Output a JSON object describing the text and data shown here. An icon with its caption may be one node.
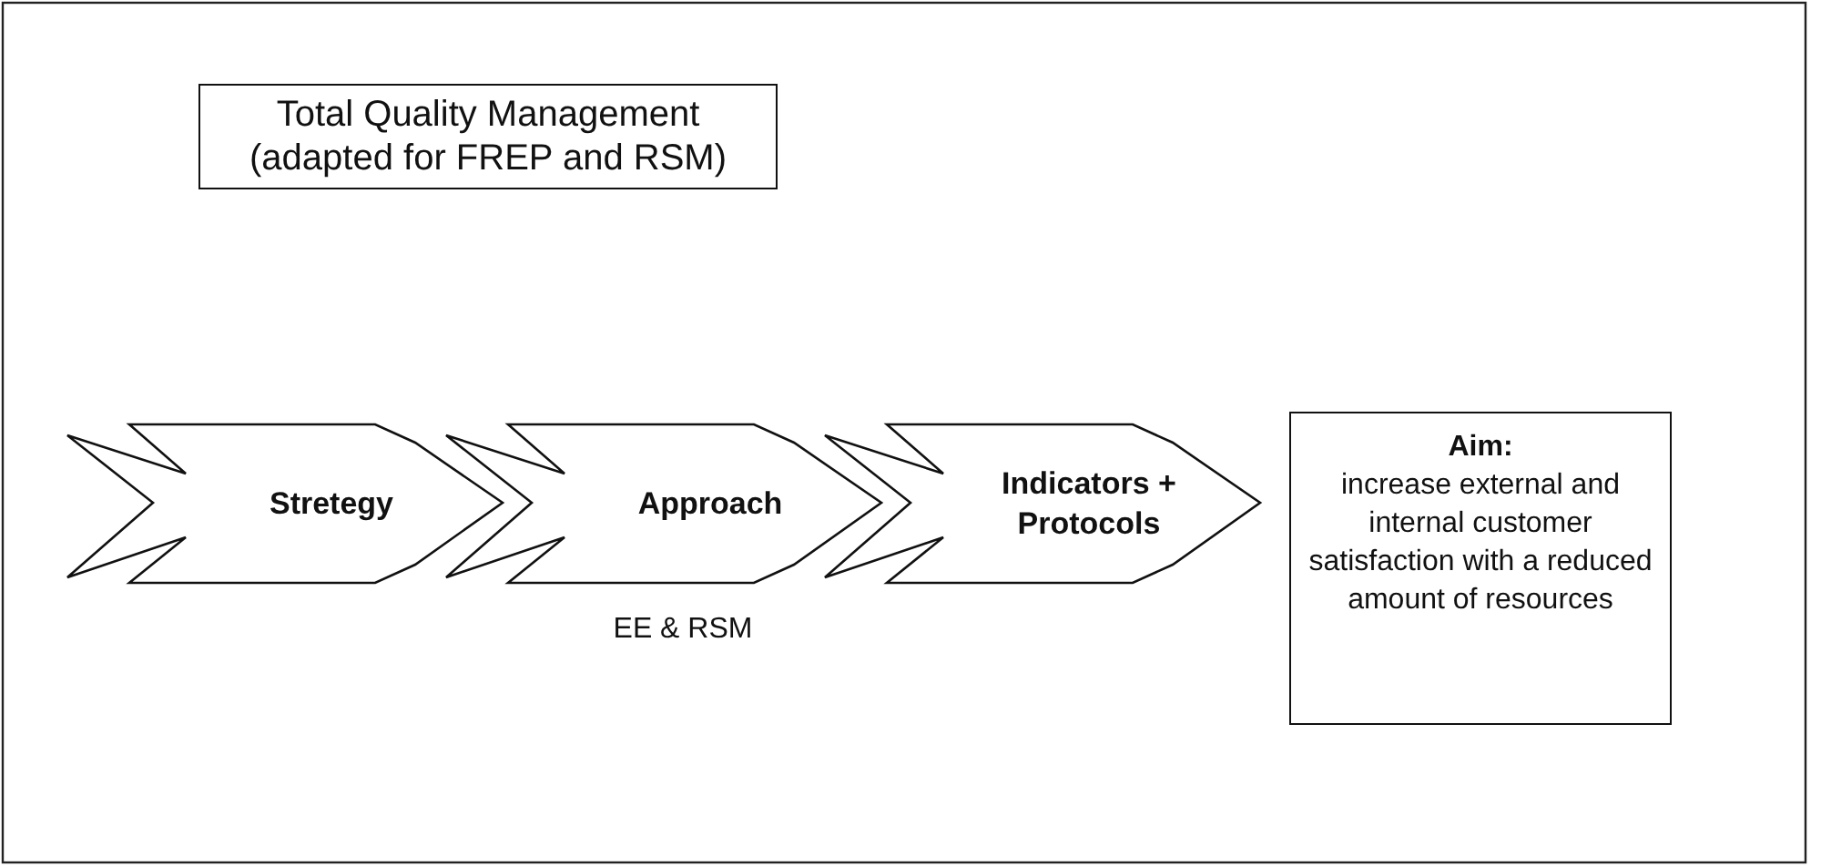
{
  "diagram": {
    "nodes": [
      {
        "text": [
          "Total Quality Management (adapted for FREP and RSM)"
        ]
      },
      {
        "text": [
          "Stretegy"
        ]
      },
      {
        "text": [
          "Approach"
        ],
        "beside": [
          "EE & RSM"
        ]
      },
      {
        "text": [
          "Indicators + Protocols"
        ]
      },
      {
        "text": [
          "Aim:",
          "increase external and internal customer satisfaction with a reduced amount of resources"
        ]
      }
    ]
  }
}
